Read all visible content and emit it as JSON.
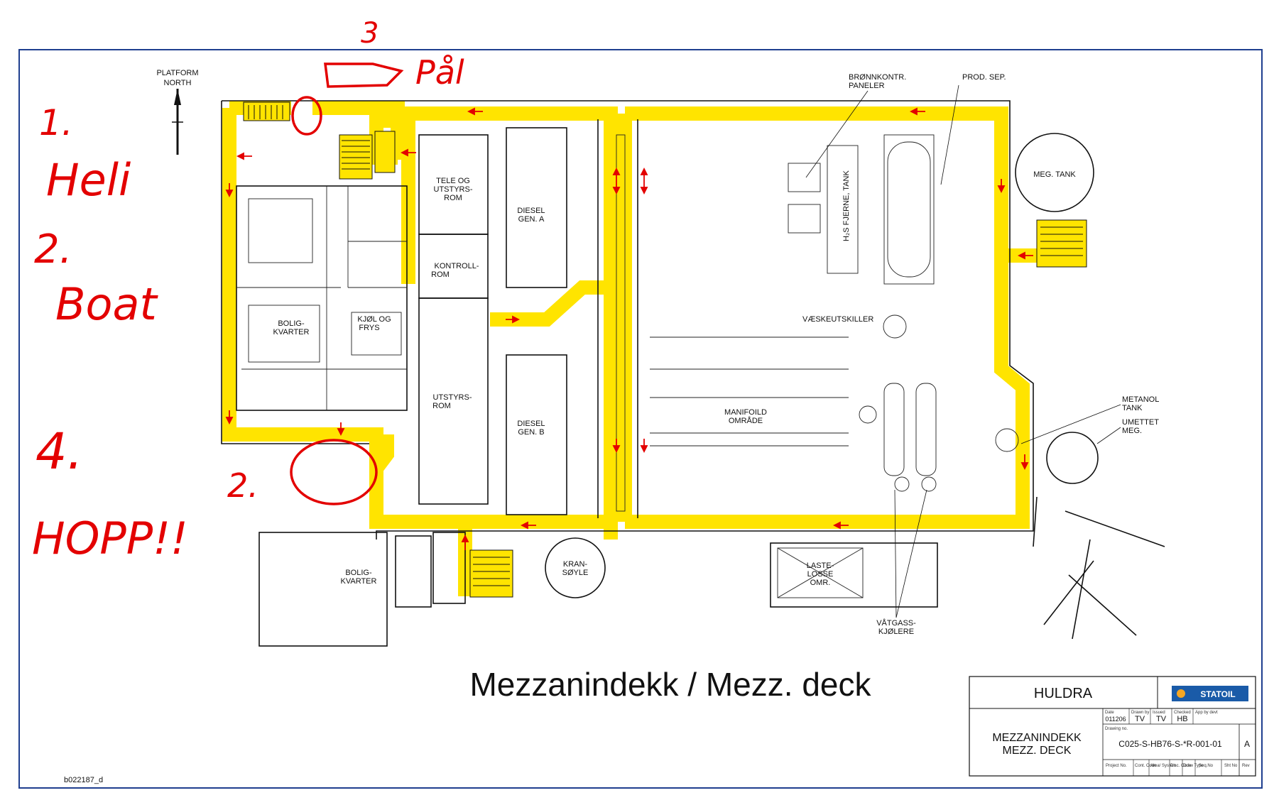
{
  "north": {
    "line1": "PLATFORM",
    "line2": "NORTH"
  },
  "rooms": {
    "bronnkontr_1": "BRØNNKONTR.",
    "bronnkontr_2": "PANELER",
    "prod_sep": "PROD. SEP.",
    "meg_tank": "MEG. TANK",
    "tele_1": "TELE OG",
    "tele_2": "UTSTYRS-",
    "tele_3": "ROM",
    "diesel_a_1": "DIESEL",
    "diesel_a_2": "GEN. A",
    "kontroll_1": "KONTROLL-",
    "kontroll_2": "ROM",
    "bolig_1": "BOLIG-",
    "bolig_2": "KVARTER",
    "kjol_1": "KJØL OG",
    "kjol_2": "FRYS",
    "utstyrs_1": "UTSTYRS-",
    "utstyrs_2": "ROM",
    "diesel_b_1": "DIESEL",
    "diesel_b_2": "GEN. B",
    "h2s": "H₂S FJERNE, TANK",
    "vaeske": "VÆSKEUTSKILLER",
    "manifold_1": "MANIFOILD",
    "manifold_2": "OMRÅDE",
    "metanol_1": "METANOL",
    "metanol_2": "TANK",
    "umettet_1": "UMETTET",
    "umettet_2": "MEG.",
    "kran_1": "KRAN-",
    "kran_2": "SØYLE",
    "laste_1": "LASTE-",
    "laste_2": "LOSSE",
    "laste_3": "OMR.",
    "bolig2_1": "BOLIG-",
    "bolig2_2": "KVARTER",
    "vatgass_1": "VÅTGASS-",
    "vatgass_2": "KJØLERE"
  },
  "title": "Mezzanindekk / Mezz. deck",
  "titleblock": {
    "project": "HULDRA",
    "logo": "STATOIL",
    "drawing_title_1": "MEZZANINDEKK",
    "drawing_title_2": "MEZZ. DECK",
    "date_label": "Date",
    "date": "011206",
    "drawn_label": "Drawn by",
    "drawn": "TV",
    "issued_label": "Issued",
    "issued": "TV",
    "checked_label": "Checked",
    "checked": "HB",
    "appr_label": "App by devt",
    "drawing_no_label": "Drawing no.",
    "drawing_no": "C025-S-HB76-S-*R-001-01",
    "rev": "A",
    "footer": [
      "Project No.",
      "Cont. Code",
      "Area/ System",
      "Disc. Code",
      "Draw Type",
      "Seq.No",
      "Sht No",
      "Rev"
    ]
  },
  "ref": "b022187_d",
  "annotations": {
    "n3": "3",
    "pa": "Pål",
    "n1": "1.",
    "heli": "Heli",
    "n2": "2.",
    "boat": "Boat",
    "n4": "4.",
    "hopp": "HOPP!!",
    "n2b": "2."
  },
  "colors": {
    "escape_route": "#ffe400",
    "arrows": "#e30000",
    "handwriting": "#e30000",
    "frame": "#1f3f8f",
    "logo_bg": "#1a5ba8"
  }
}
